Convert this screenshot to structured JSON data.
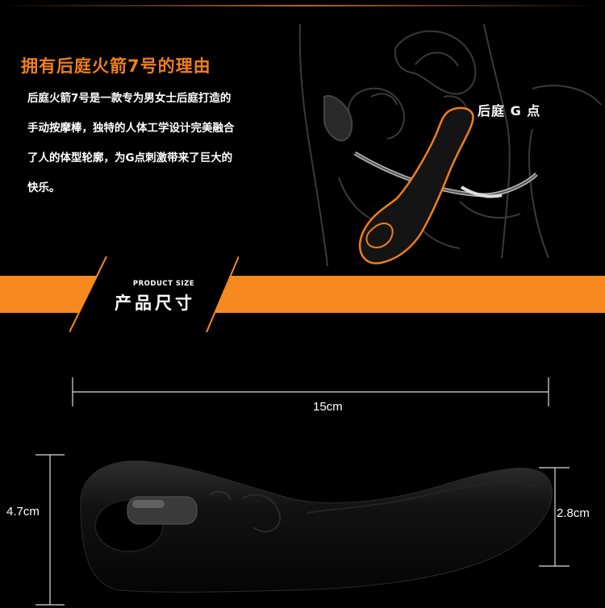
{
  "headline": "拥有后庭火箭7号的理由",
  "description": [
    "后庭火箭7号是一款专为男女士后庭打造的",
    "手动按摩棒，独特的人体工学设计完美融合",
    "了人的体型轮廓，为G点刺激带来了巨大的",
    "快乐。"
  ],
  "anatomy_label": "后庭 G 点",
  "section": {
    "en": "PRODUCT SIZE",
    "cn": "产品尺寸"
  },
  "dimensions": {
    "length": "15cm",
    "height": "4.7cm",
    "tip": "2.8cm"
  },
  "colors": {
    "accent": "#f6891f",
    "headline": "#f07f1c",
    "background": "#000000"
  }
}
